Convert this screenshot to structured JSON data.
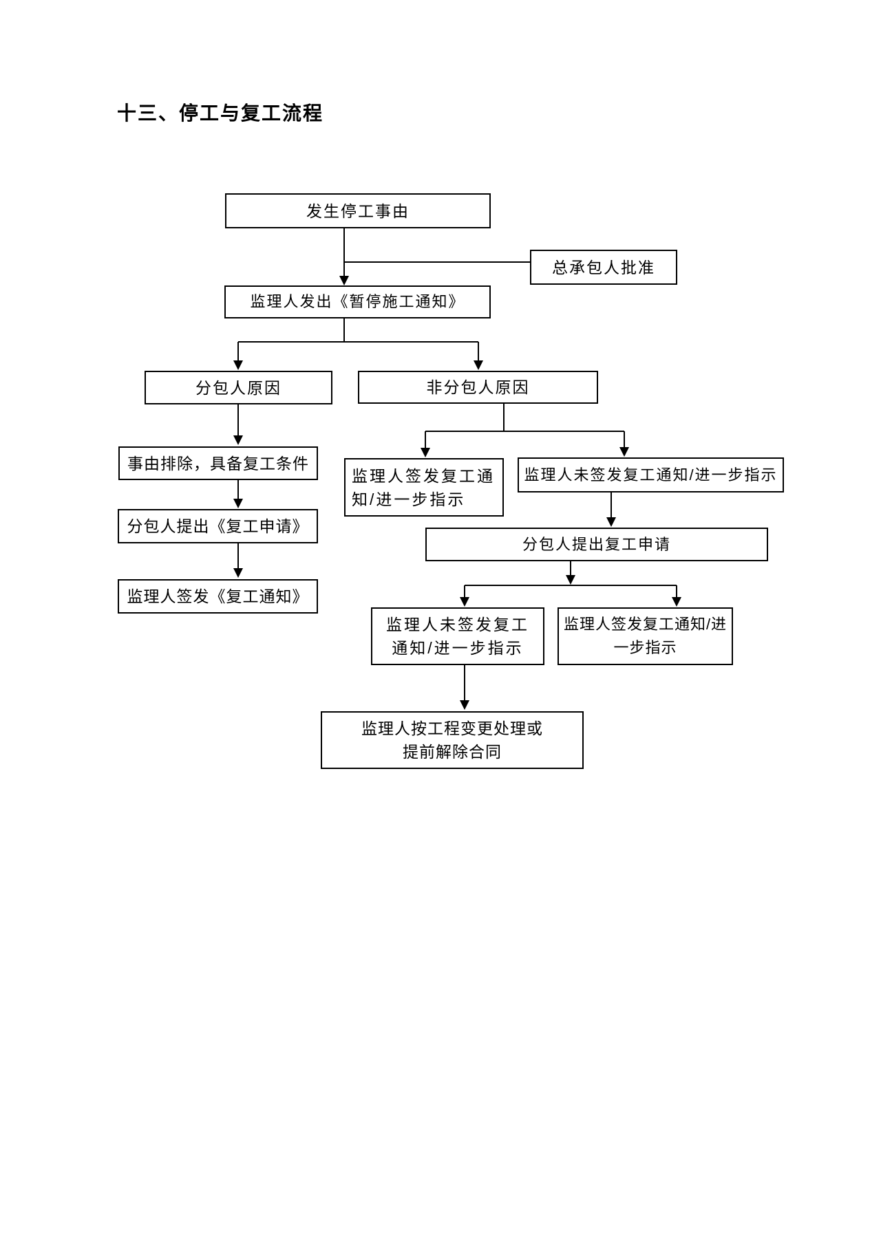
{
  "page": {
    "title": "十三、停工与复工流程"
  },
  "flowchart": {
    "nodes": {
      "start": "发生停工事由",
      "general_contractor_approval": "总承包人批准",
      "supervisor_issues_suspension_notice": "监理人发出《暂停施工通知》",
      "subcontractor_cause": "分包人原因",
      "non_subcontractor_cause": "非分包人原因",
      "cause_resolved": "事由排除，具备复工条件",
      "supervisor_signs_resumption_a": "监理人签发复工通\n知/进一步指示",
      "supervisor_not_signed_a": "监理人未签发复工通知/进一步指示",
      "subcontractor_applies_quoted": "分包人提出《复工申请》",
      "subcontractor_applies": "分包人提出复工申请",
      "supervisor_signs_quoted": "监理人签发《复工通知》",
      "supervisor_not_signed_b": "监理人未签发复工\n通知/进一步指示",
      "supervisor_signs_resumption_b": "监理人签发复工通知/进\n一步指示",
      "supervisor_change_or_terminate": "监理人按工程变更处理或\n提前解除合同"
    },
    "line_color": "#000000"
  }
}
